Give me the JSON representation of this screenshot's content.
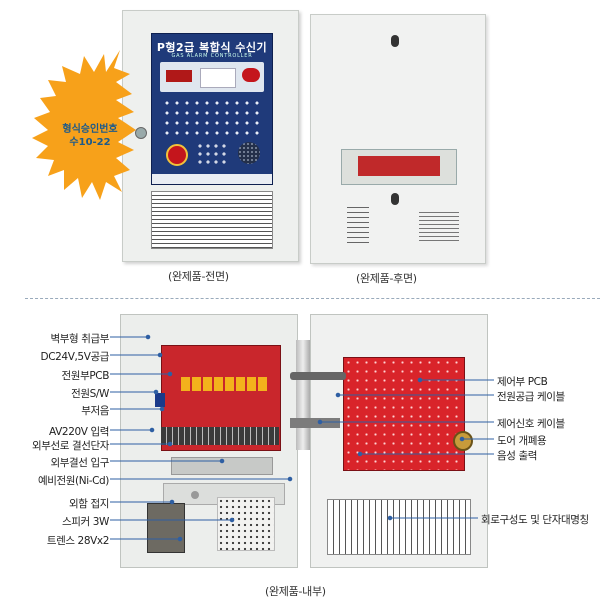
{
  "front_panel": {
    "title": "P형2급 복합식 수신기",
    "subtitle": "GAS ALARM CONTROLLER"
  },
  "badge": {
    "line1": "형식승인번호",
    "line2": "수10-22",
    "color": "#f7a11a"
  },
  "captions": {
    "front": "(완제품-전면)",
    "rear": "(완제품-후면)",
    "inside": "(완제품-내부)"
  },
  "labels_left": [
    "벽부형 취급부",
    "DC24V,5V공급",
    "전원부PCB",
    "전원S/W",
    "부저음",
    "AV220V 입력",
    "외부선로 결선단자",
    "외부결선 입구",
    "예비전원(Ni-Cd)",
    "외함 접지",
    "스피커 3W",
    "트렌스 28Vx2"
  ],
  "labels_right": [
    "제어부 PCB",
    "전원공급 케이블",
    "제어신호 케이블",
    "도어 개폐용",
    "음성 출력",
    "회로구성도 및 단자대명칭"
  ],
  "colors": {
    "cabinet": "#eef0ee",
    "pcb": "#d9242a",
    "panel_blue": "#1f3a7a",
    "leader": "#2e5fa3"
  }
}
